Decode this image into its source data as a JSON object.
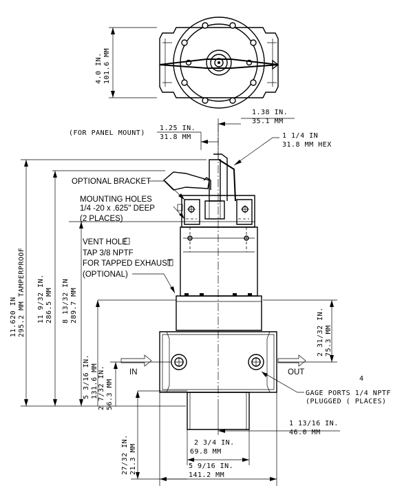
{
  "dimensions": {
    "width_in": "4.0 IN.",
    "width_mm": "101.6 MM",
    "offset_in": "1.38 IN.",
    "offset_mm": "35.1 MM",
    "panel_note": "(FOR PANEL MOUNT)",
    "panel_in": "1.25 IN.",
    "panel_mm": "31.8 MM",
    "hex_in": "1 1/4 IN",
    "hex_mm": "31.8 MM HEX",
    "total_in": "11.620 IN",
    "total_mm": "295.2 MM TAMPERPROOF",
    "h2_in": "11 9/32 IN.",
    "h2_mm": "286.5 MM",
    "h3_in": "8 13/32 IN",
    "h3_mm": "289.7 MM",
    "h4_in": "5 3/16 IN.",
    "h4_mm": "131.6 MM",
    "h5_in": "2 7/32 IN.",
    "h5_mm": "56.3 MM",
    "h6_in": "27/32 IN.",
    "h6_mm": "21.3 MM",
    "right_in": "2 31/32 IN.",
    "right_mm": "75.3 MM",
    "r1_in": "1 13/16 IN.",
    "r1_mm": "46.0 MM",
    "b1_in": "2 3/4 IN.",
    "b1_mm": "69.8 MM",
    "b2_in": "5 9/16 IN.",
    "b2_mm": "141.2 MM"
  },
  "callouts": {
    "bracket": "OPTIONAL BRACKET",
    "mount1": "MOUNTING HOLES",
    "mount2": "1/4 -20 x .625\" DEEP",
    "mount3": "(2 PLACES)",
    "vent1": "VENT HOLE",
    "vent2": "TAP 3/8 NPTF",
    "vent3": "FOR TAPPED EXHAUST",
    "vent4": "(OPTIONAL)",
    "in_label": "IN",
    "out_label": "OUT",
    "gage1": "GAGE PORTS 1/4 NPTF",
    "gage2": "(PLUGGED (  PLACES)",
    "gage_count": "4"
  }
}
